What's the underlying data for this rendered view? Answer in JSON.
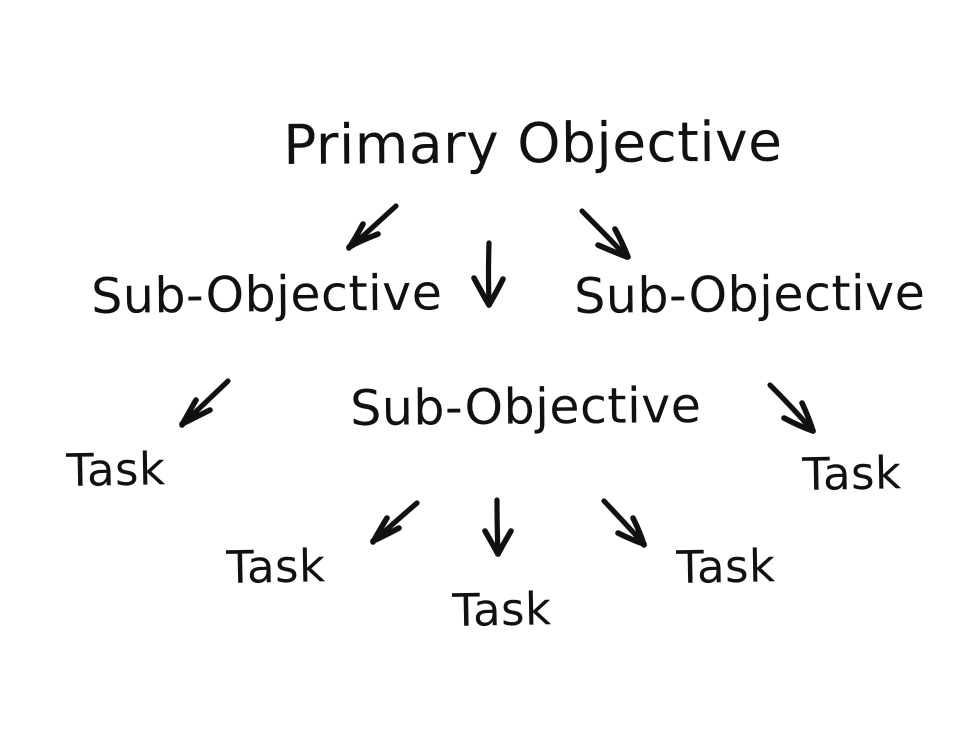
{
  "diagram": {
    "title": "Primary Objective",
    "background_color": "#ffffff",
    "ink_color": "#111111",
    "style": "hand-drawn",
    "levels": [
      {
        "level": 1,
        "nodes": [
          {
            "id": "primary",
            "label": "Primary Objective"
          }
        ]
      },
      {
        "level": 2,
        "nodes": [
          {
            "id": "sub-left",
            "label": "Sub-Objective"
          },
          {
            "id": "sub-center",
            "label": "Sub-Objective"
          },
          {
            "id": "sub-right",
            "label": "Sub-Objective"
          }
        ]
      },
      {
        "level": 3,
        "nodes": [
          {
            "id": "task-far-left",
            "label": "Task"
          },
          {
            "id": "task-center-left",
            "label": "Task"
          },
          {
            "id": "task-center-mid",
            "label": "Task"
          },
          {
            "id": "task-center-right",
            "label": "Task"
          },
          {
            "id": "task-far-right",
            "label": "Task"
          }
        ]
      }
    ],
    "edges": [
      {
        "id": "edge-primary-to-sub-left",
        "from": "primary",
        "to": "sub-left",
        "direction": "down-left"
      },
      {
        "id": "edge-primary-to-sub-center",
        "from": "primary",
        "to": "sub-center",
        "direction": "down"
      },
      {
        "id": "edge-primary-to-sub-right",
        "from": "primary",
        "to": "sub-right",
        "direction": "down-right"
      },
      {
        "id": "edge-sub-left-to-task",
        "from": "sub-left",
        "to": "task-far-left",
        "direction": "down-left"
      },
      {
        "id": "edge-sub-right-to-task",
        "from": "sub-right",
        "to": "task-far-right",
        "direction": "down-right"
      },
      {
        "id": "edge-sub-center-to-task-left",
        "from": "sub-center",
        "to": "task-center-left",
        "direction": "down-left"
      },
      {
        "id": "edge-sub-center-to-task-mid",
        "from": "sub-center",
        "to": "task-center-mid",
        "direction": "down"
      },
      {
        "id": "edge-sub-center-to-task-right",
        "from": "sub-center",
        "to": "task-center-right",
        "direction": "down-right"
      }
    ]
  }
}
